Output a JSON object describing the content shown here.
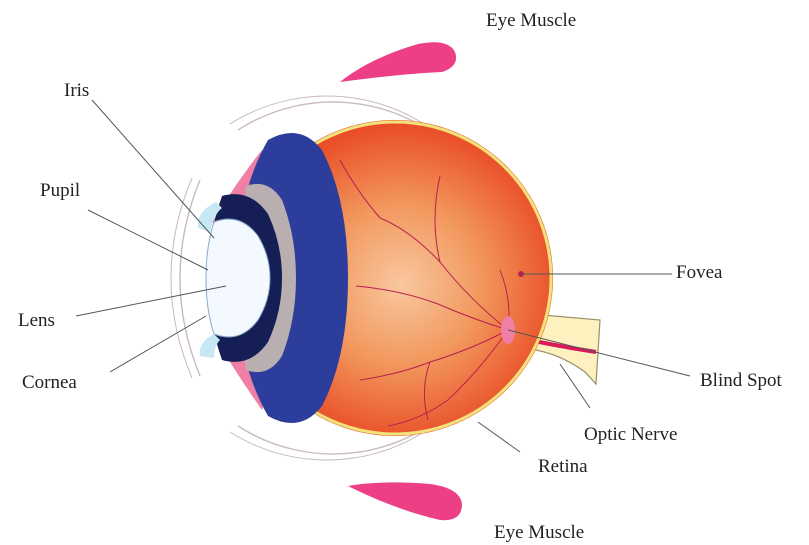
{
  "labels": {
    "eye_muscle_top": "Eye Muscle",
    "iris": "Iris",
    "pupil": "Pupil",
    "lens": "Lens",
    "cornea": "Cornea",
    "fovea": "Fovea",
    "blind_spot": "Blind Spot",
    "optic_nerve": "Optic Nerve",
    "retina": "Retina",
    "eye_muscle_bottom": "Eye Muscle"
  },
  "colors": {
    "sclera_outline": "#c9b9c2",
    "muscle": "#ec3f86",
    "eyeball_red": "#e8401f",
    "eyeball_orange": "#f2995e",
    "eyeball_center": "#f9c7a0",
    "retina_line": "#f2e27a",
    "iris_blue": "#2c3d9c",
    "iris_grey": "#b9aeb0",
    "pupil_dark": "#151f55",
    "lens_white": "#f3f9ff",
    "cornea_blue": "#c6e7f4",
    "vessel": "#b7204e",
    "nerve_fill": "#fdf1c0",
    "nerve_vessel": "#d8195a",
    "pink_ciliary": "#ef7fa5",
    "text": "#222222",
    "leader": "#555555"
  }
}
